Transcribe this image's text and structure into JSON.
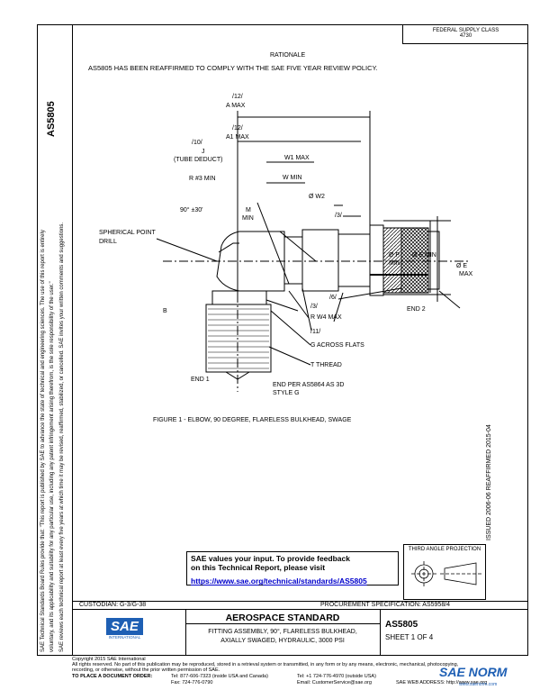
{
  "header": {
    "fed_class": "FEDERAL SUPPLY CLASS",
    "fed_class_num": "4730",
    "rationale_title": "RATIONALE",
    "rationale_text": "AS5805 HAS BEEN REAFFIRMED TO COMPLY WITH THE SAE FIVE YEAR REVIEW POLICY."
  },
  "side": {
    "doc_number": "AS5805",
    "disclaimer_1": "SAE Technical Standards Board Rules provide that: \"This report is published by SAE to advance the state of technical and engineering sciences. The use of this report is entirely",
    "disclaimer_2": "voluntary, and its applicability and suitability for any particular use, including any patent infringement arising therefrom, is the sole responsibility of the user.\"",
    "disclaimer_3": "SAE reviews each technical report at least every five years at which time it may be revised, reaffirmed, stabilized, or cancelled. SAE invites your written comments and suggestions.",
    "right_rot": "ISSUED 2006-06   REAFFIRMED 2015-04"
  },
  "drawing": {
    "labels": [
      "/12/",
      "A MAX",
      "/12/",
      "A1 MAX",
      "/10/",
      "J",
      "(TUBE DEDUCT)",
      "W1 MAX",
      "R #3 MIN",
      "W MIN",
      "Ø W2",
      "90° ±30'",
      "M",
      "MIN",
      "/3/",
      "SPHERICAL POINT",
      "DRILL",
      "Ø P",
      "MIN",
      "Ø E MIN",
      "Ø E",
      "MAX",
      "/6/",
      "END 2",
      "B",
      "/3/",
      "R W4 MAX",
      "/11/",
      "G ACROSS FLATS",
      "T THREAD",
      "END 1",
      "END PER AS5864 AS 3D",
      "STYLE G"
    ],
    "figure_caption": "FIGURE 1 - ELBOW, 90 DEGREE, FLARELESS BULKHEAD, SWAGE"
  },
  "feedback": {
    "line1": "SAE values your input. To provide feedback",
    "line2": "on this Technical Report, please visit",
    "link": "https://www.sae.org/technical/standards/AS5805"
  },
  "projection": {
    "title": "THIRD ANGLE PROJECTION"
  },
  "title_block": {
    "custodian": "CUSTODIAN: G-3/G-38",
    "procurement": "PROCUREMENT SPECIFICATION: AS5958/4",
    "standard_title": "AEROSPACE STANDARD",
    "description_1": "FITTING ASSEMBLY, 90°, FLARELESS BULKHEAD,",
    "description_2": "AXIALLY SWAGED, HYDRAULIC, 3000 PSI",
    "doc_number": "AS5805",
    "sheet": "SHEET 1 OF 4",
    "logo_text": "SAE",
    "logo_sub": "INTERNATIONAL"
  },
  "footer": {
    "copyright": "Copyright 2015 SAE International",
    "rights": "All rights reserved. No part of this publication may be reproduced, stored in a retrieval system or transmitted, in any form or by any means, electronic, mechanical, photocopying,",
    "rights2": "recording, or otherwise, without the prior written permission of SAE.",
    "order_label": "TO PLACE A DOCUMENT ORDER:",
    "tel": "Tel:  877-606-7323 (inside USA and Canada)",
    "tel2": "Tel:  +1 724-776-4970 (outside USA)",
    "fax": "Fax:  724-776-0790",
    "email": "Email: CustomerService@sae.org",
    "web": "SAE WEB ADDRESS: http://www.sae.org"
  },
  "watermark": {
    "text": "SAE NORM",
    "sub": "www.saenorm.com"
  },
  "colors": {
    "link": "#0000cc",
    "watermark": "#1e5fb4"
  }
}
